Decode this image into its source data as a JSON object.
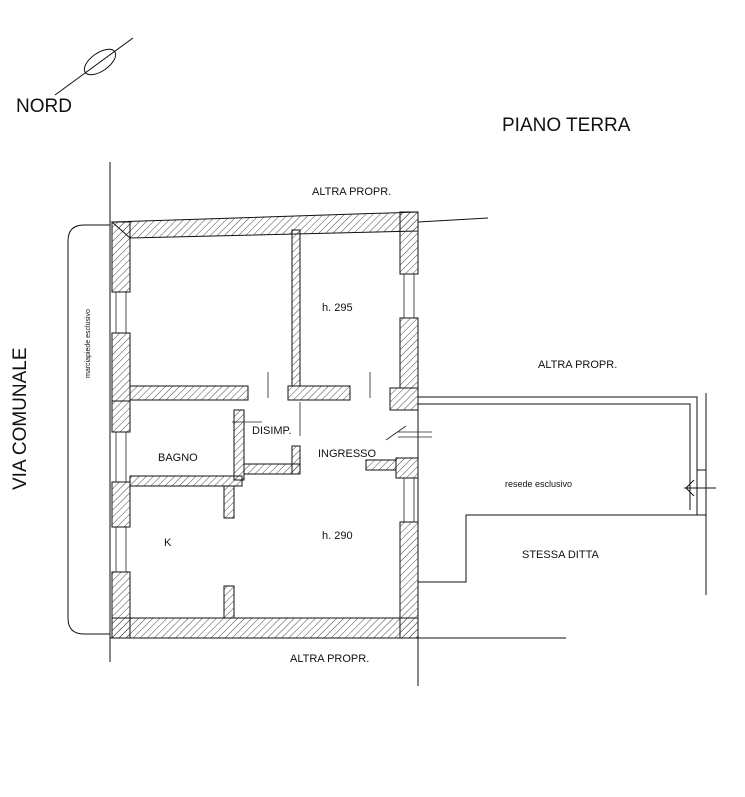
{
  "north_label": "NORD",
  "title": "PIANO TERRA",
  "street_label": "VIA COMUNALE",
  "sidewalk_label": "marciapiede esclusivo",
  "neighbor_top": "ALTRA PROPR.",
  "neighbor_right": "ALTRA PROPR.",
  "neighbor_bottom": "ALTRA PROPR.",
  "rooms": {
    "upper_right_height": "h. 295",
    "bagno": "BAGNO",
    "disimp": "DISIMP.",
    "ingresso": "INGRESSO",
    "kitchen": "K",
    "lower_height": "h. 290"
  },
  "yard_label": "resede esclusivo",
  "yard_owner": "STESSA DITTA",
  "colors": {
    "line": "#111111",
    "background": "#ffffff"
  }
}
